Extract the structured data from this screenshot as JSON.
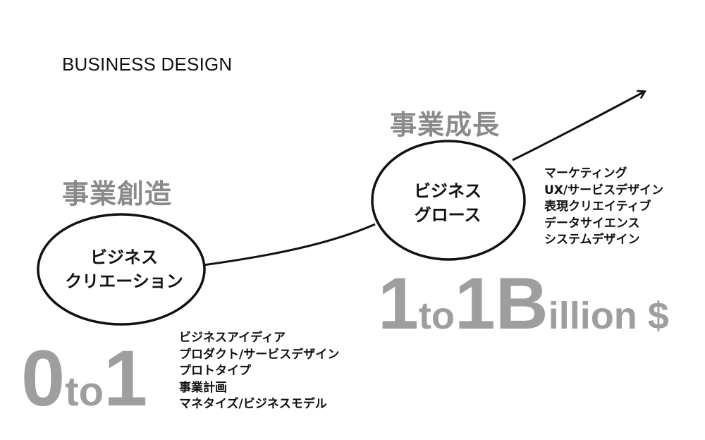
{
  "title": "BUSINESS DESIGN",
  "stage1": {
    "heading": "事業創造",
    "ellipse_lines": [
      "ビジネス",
      "クリエーション"
    ],
    "items": [
      "ビジネスアイディア",
      "プロダクト/サービスデザイン",
      "プロトタイプ",
      "事業計画",
      "マネタイズ/ビジネスモデル"
    ],
    "big_number_a": "0",
    "big_to": "to",
    "big_number_b": "1"
  },
  "stage2": {
    "heading": "事業成長",
    "ellipse_lines": [
      "ビジネス",
      "グロース"
    ],
    "items": [
      "マーケティング",
      "UX/サービスデザイン",
      "表現クリエイティブ",
      "データサイエンス",
      "システムデザイン"
    ],
    "big_number_a": "1",
    "big_to": "to",
    "big_number_b": "1",
    "big_suffix_cap": "B",
    "big_suffix_rest": "illion $"
  },
  "colors": {
    "heading_gray": "#8a8a8a",
    "big_gray": "#9e9e9e",
    "ink": "#111111"
  }
}
